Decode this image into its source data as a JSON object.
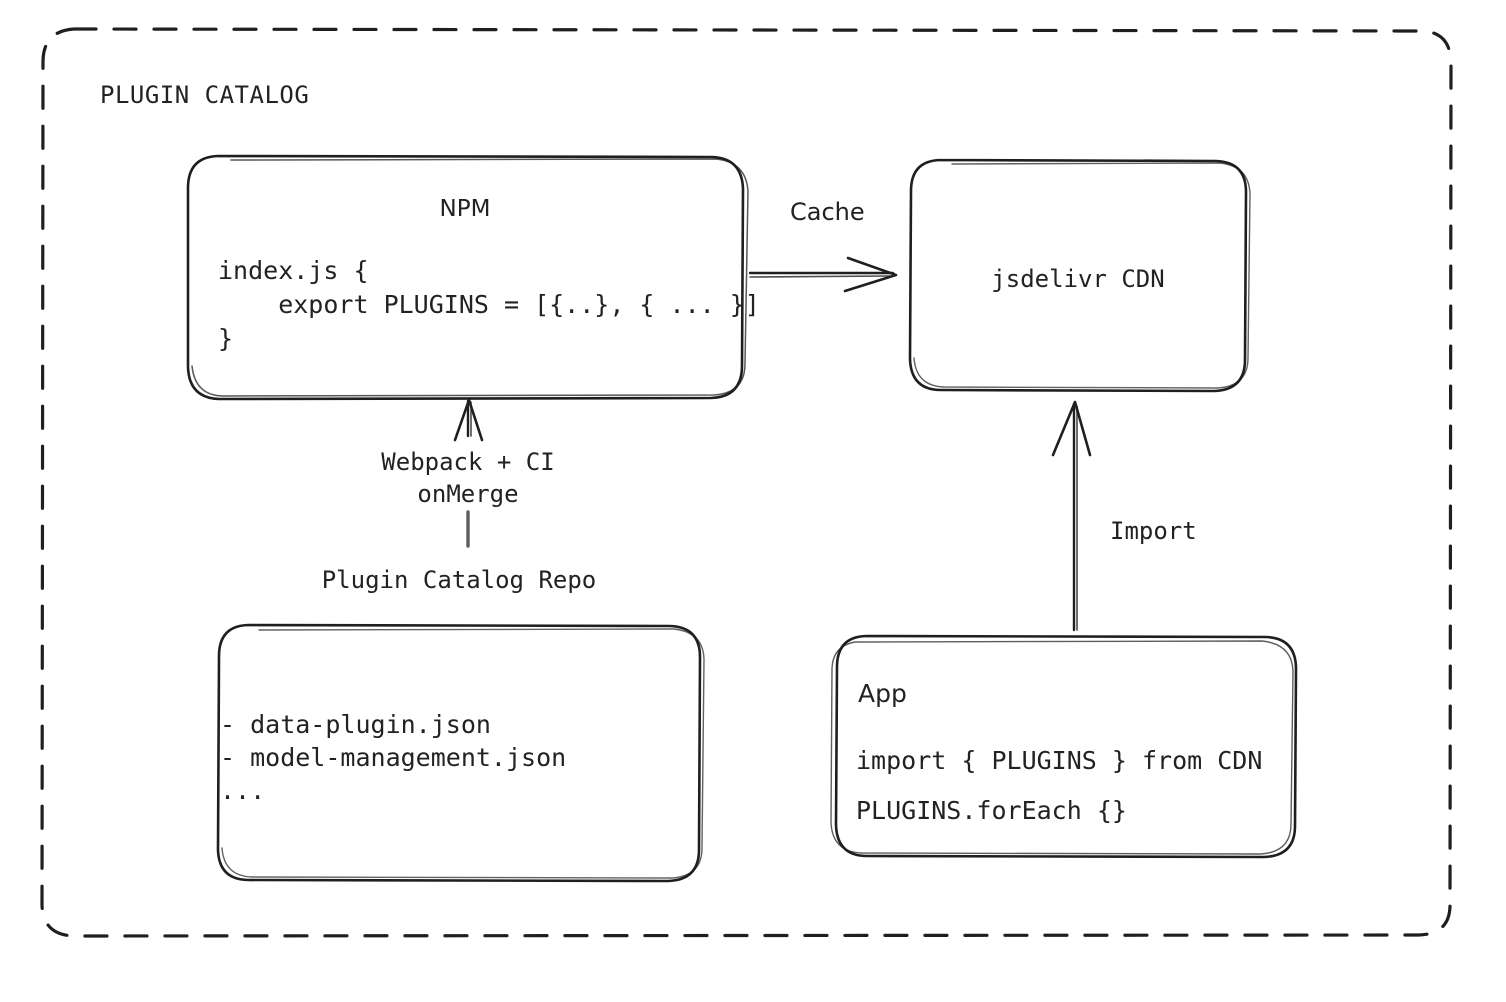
{
  "diagram": {
    "type": "architecture-flow",
    "style": "hand-drawn sketch",
    "colors": {
      "background": "#ffffff",
      "stroke": "#1f1f1f",
      "text": "#222222"
    },
    "container": {
      "label": "PLUGIN CATALOG",
      "border": "dashed-rounded"
    },
    "nodes": [
      {
        "id": "npm",
        "title": "NPM",
        "code_lines": [
          "index.js {",
          "    export PLUGINS = [{..}, { ... }]",
          "}"
        ]
      },
      {
        "id": "cdn",
        "title": "jsdelivr CDN"
      },
      {
        "id": "repo",
        "caption": "Plugin Catalog Repo",
        "list_lines": [
          "- data-plugin.json",
          "- model-management.json",
          "..."
        ]
      },
      {
        "id": "app",
        "title": "App",
        "code_lines": [
          "import { PLUGINS } from CDN",
          "PLUGINS.forEach {}"
        ]
      }
    ],
    "edges": [
      {
        "id": "npm-to-cdn",
        "from": "npm",
        "to": "cdn",
        "label": "Cache",
        "direction": "right"
      },
      {
        "id": "repo-to-npm",
        "from": "repo",
        "to": "npm",
        "label_line1": "Webpack + CI",
        "label_line2": "onMerge",
        "direction": "up"
      },
      {
        "id": "app-to-cdn",
        "from": "app",
        "to": "cdn",
        "label": "Import",
        "direction": "up"
      }
    ]
  }
}
